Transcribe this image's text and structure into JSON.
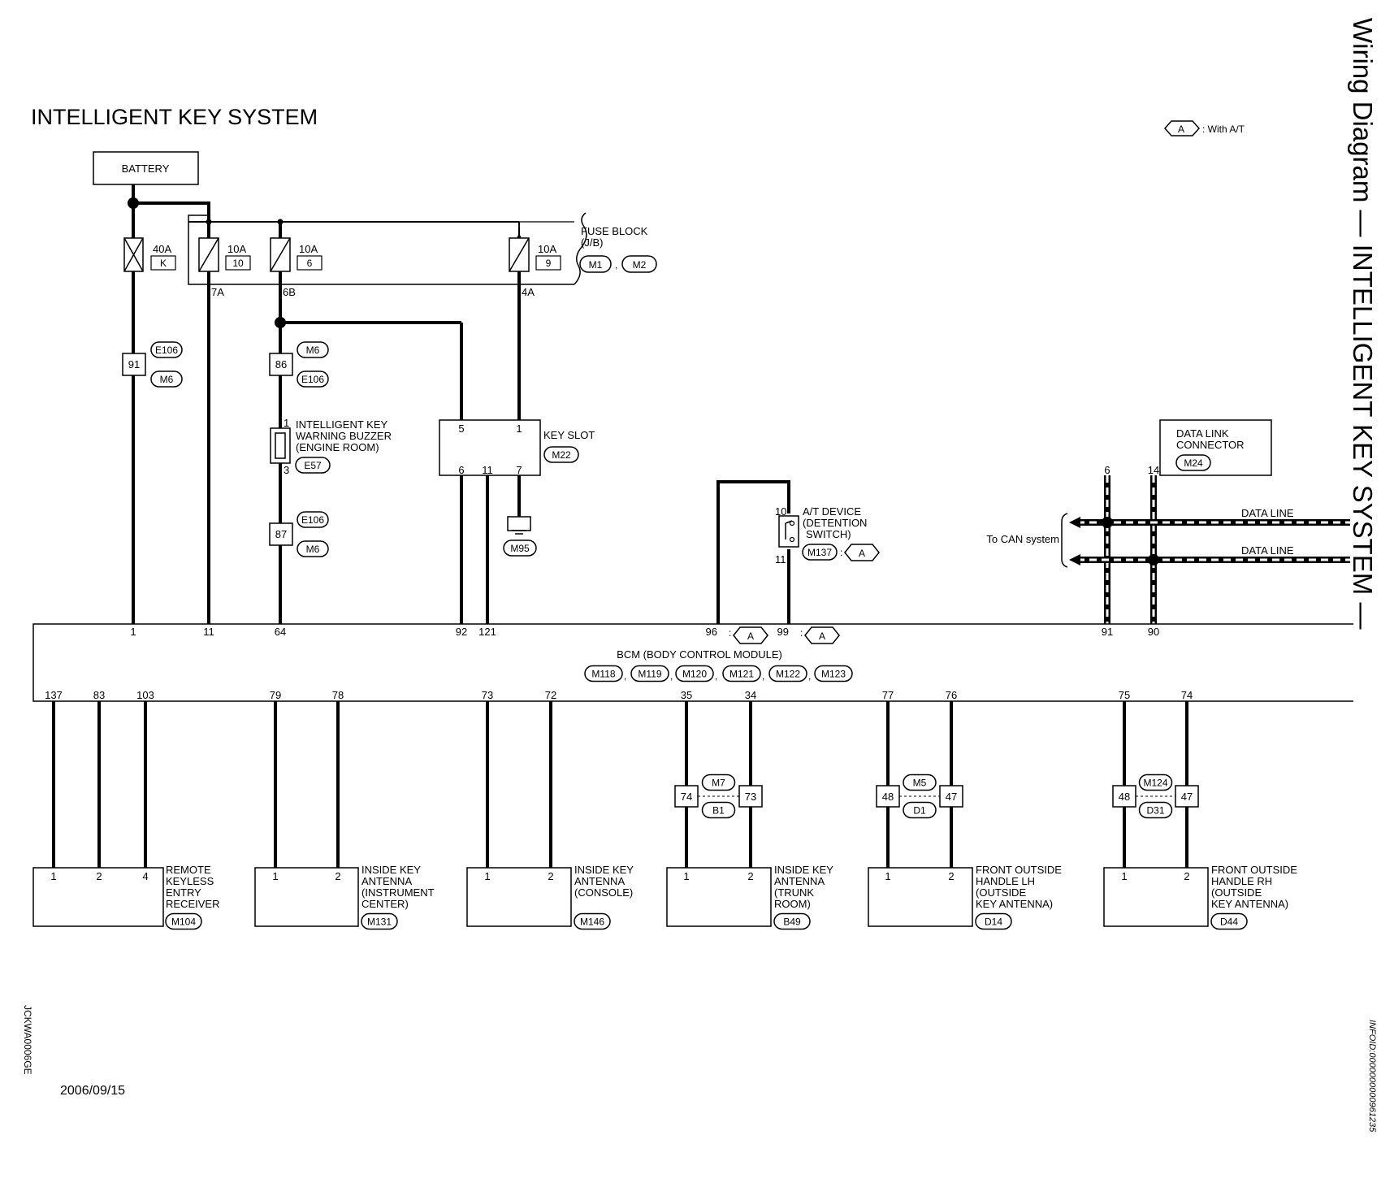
{
  "title": "INTELLIGENT KEY SYSTEM",
  "side_title": "Wiring Diagram — INTELLIGENT KEY SYSTEM —",
  "legend": {
    "tag": "A",
    "text": ": With A/T"
  },
  "battery": "BATTERY",
  "fuses": [
    {
      "rating": "40A",
      "id": "K"
    },
    {
      "rating": "10A",
      "id": "10"
    },
    {
      "rating": "10A",
      "id": "6"
    },
    {
      "rating": "10A",
      "id": "9"
    }
  ],
  "fuse_block": {
    "name_l1": "FUSE BLOCK",
    "name_l2": "(J/B)",
    "conn1": "M1",
    "conn2": "M2",
    "sep": ","
  },
  "terminals": {
    "t7a": "7A",
    "t6b": "6B",
    "t4a": "4A"
  },
  "inline_connectors": {
    "c91": {
      "pin": "91",
      "a": "E106",
      "b": "M6"
    },
    "c86": {
      "pin": "86",
      "a": "M6",
      "b": "E106"
    },
    "c87": {
      "pin": "87",
      "a": "E106",
      "b": "M6"
    }
  },
  "buzzer": {
    "l1": "INTELLIGENT KEY",
    "l2": "WARNING BUZZER",
    "l3": "(ENGINE ROOM)",
    "conn": "E57",
    "pin_top": "1",
    "pin_bottom": "3"
  },
  "key_slot": {
    "name": "KEY SLOT",
    "conn": "M22",
    "pins": [
      "5",
      "1",
      "6",
      "11",
      "7"
    ]
  },
  "ground_conn": "M95",
  "at_device": {
    "l1": "A/T DEVICE",
    "l2": "(DETENTION",
    "l3": "SWITCH)",
    "conn": "M137",
    "tag": "A",
    "sep": ":",
    "pin_top": "10",
    "pin_bottom": "11"
  },
  "dlc": {
    "l1": "DATA LINK",
    "l2": "CONNECTOR",
    "conn": "M24",
    "pins": [
      "6",
      "14"
    ]
  },
  "can": {
    "label": "To CAN system",
    "line1": "DATA LINE",
    "line2": "DATA LINE"
  },
  "bcm": {
    "name": "BCM (BODY CONTROL MODULE)",
    "connectors": [
      "M118",
      "M119",
      "M120",
      "M121",
      "M122",
      "M123"
    ],
    "top_pins": [
      "1",
      "11",
      "64",
      "92",
      "121",
      "96",
      "99",
      "91",
      "90"
    ],
    "bottom_pins": [
      "137",
      "83",
      "103",
      "79",
      "78",
      "73",
      "72",
      "35",
      "34",
      "77",
      "76",
      "75",
      "74"
    ],
    "at_tag": "A",
    "colon": ":",
    "comma": ","
  },
  "mid_connectors": [
    {
      "left_pin": "74",
      "right_pin": "73",
      "top": "M7",
      "bottom": "B1"
    },
    {
      "left_pin": "48",
      "right_pin": "47",
      "top": "M5",
      "bottom": "D1"
    },
    {
      "left_pin": "48",
      "right_pin": "47",
      "top": "M124",
      "bottom": "D31"
    }
  ],
  "components": [
    {
      "pins": [
        "1",
        "2",
        "4"
      ],
      "lines": [
        "REMOTE",
        "KEYLESS",
        "ENTRY",
        "RECEIVER"
      ],
      "conn": "M104"
    },
    {
      "pins": [
        "1",
        "2"
      ],
      "lines": [
        "INSIDE KEY",
        "ANTENNA",
        "(INSTRUMENT",
        "CENTER)"
      ],
      "conn": "M131"
    },
    {
      "pins": [
        "1",
        "2"
      ],
      "lines": [
        "INSIDE KEY",
        "ANTENNA",
        "(CONSOLE)"
      ],
      "conn": "M146"
    },
    {
      "pins": [
        "1",
        "2"
      ],
      "lines": [
        "INSIDE KEY",
        "ANTENNA",
        "(TRUNK",
        "ROOM)"
      ],
      "conn": "B49"
    },
    {
      "pins": [
        "1",
        "2"
      ],
      "lines": [
        "FRONT OUTSIDE",
        "HANDLE LH",
        "(OUTSIDE",
        "KEY ANTENNA)"
      ],
      "conn": "D14"
    },
    {
      "pins": [
        "1",
        "2"
      ],
      "lines": [
        "FRONT OUTSIDE",
        "HANDLE RH",
        "(OUTSIDE",
        "KEY ANTENNA)"
      ],
      "conn": "D44"
    }
  ],
  "date": "2006/09/15",
  "code_left": "JCKWA0006GE",
  "code_right": "INFOID:0000000000961235"
}
